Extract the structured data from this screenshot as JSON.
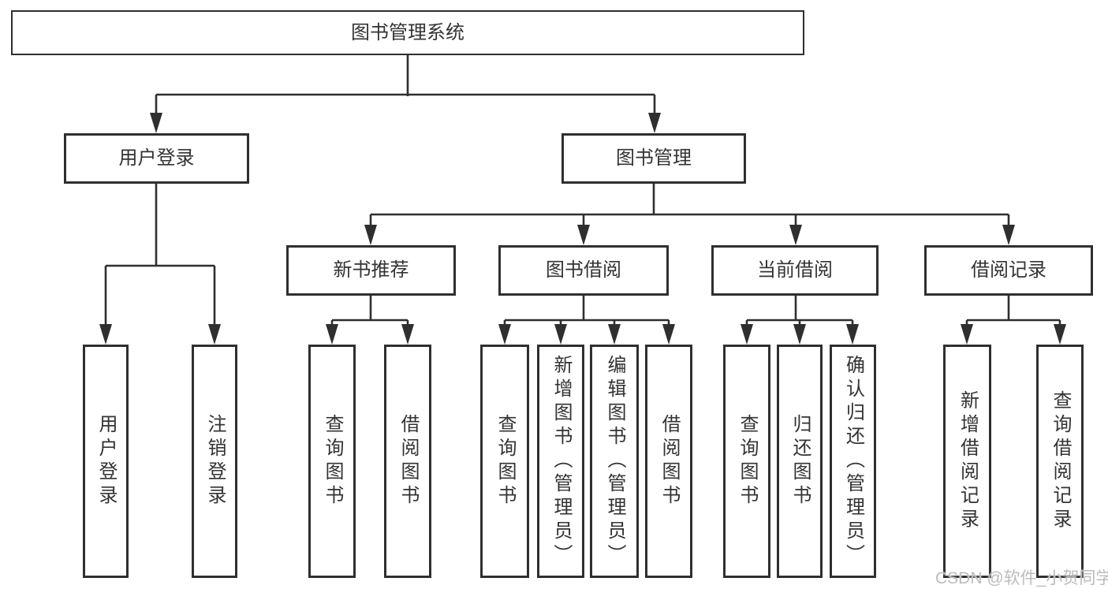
{
  "diagram": {
    "type": "hierarchy",
    "root": "图书管理系统",
    "branches": [
      {
        "label": "用户登录",
        "children": [
          "用户登录",
          "注销登录"
        ]
      },
      {
        "label": "图书管理",
        "groups": [
          {
            "label": "新书推荐",
            "children": [
              "查询图书",
              "借阅图书"
            ]
          },
          {
            "label": "图书借阅",
            "children": [
              "查询图书",
              "新增图书（管理员）",
              "编辑图书（管理员）",
              "借阅图书"
            ]
          },
          {
            "label": "当前借阅",
            "children": [
              "查询图书",
              "归还图书",
              "确认归还（管理员）"
            ]
          },
          {
            "label": "借阅记录",
            "children": [
              "新增借阅记录",
              "查询借阅记录"
            ]
          }
        ]
      }
    ]
  },
  "watermark": "CSDN @软件_小贺同学",
  "colors": {
    "line": "#2f2f2f",
    "box_border": "#2f2f2f",
    "box_fill": "#ffffff",
    "text": "#333333",
    "background": "#ffffff",
    "watermark": "#bcbcbc"
  }
}
